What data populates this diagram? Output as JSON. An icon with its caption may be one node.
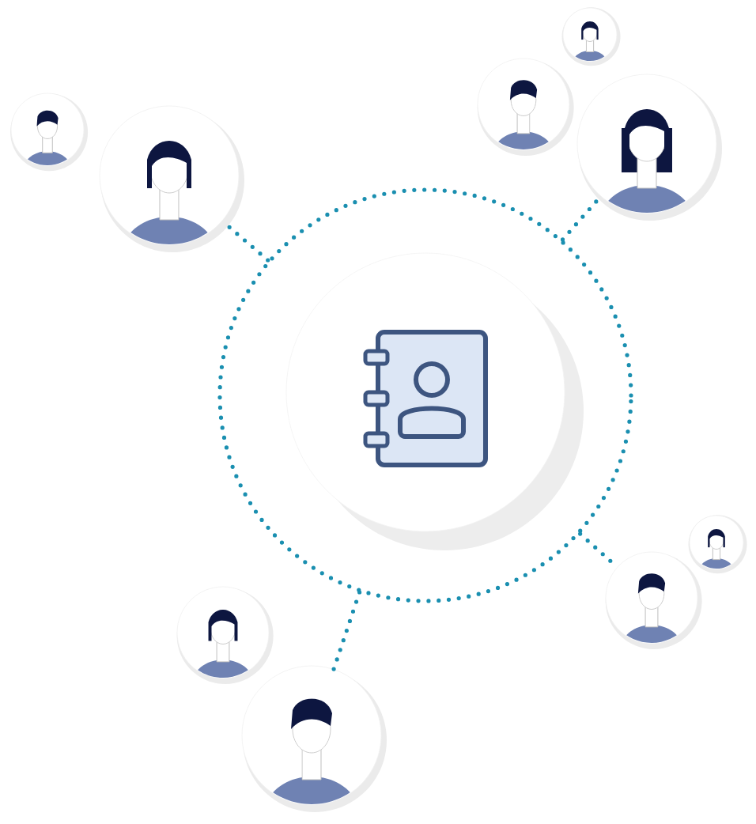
{
  "diagram": {
    "nodes": [
      {
        "text": [],
        "shape": "circle"
      },
      {
        "text": [],
        "shape": "circle",
        "in": 0
      },
      {
        "text": [],
        "shape": "person"
      },
      {
        "text": [],
        "shape": "person"
      },
      {
        "text": [],
        "shape": "person"
      },
      {
        "text": [],
        "shape": "person"
      },
      {
        "text": [],
        "shape": "person"
      },
      {
        "text": [],
        "shape": "person"
      },
      {
        "text": [],
        "shape": "person"
      },
      {
        "text": [],
        "shape": "person"
      },
      {
        "text": [],
        "shape": "person"
      }
    ],
    "edges": [
      {
        "from": 0,
        "to": 3,
        "arrow": "none"
      },
      {
        "from": 0,
        "to": 6,
        "arrow": "none"
      },
      {
        "from": 0,
        "to": 8,
        "arrow": "none"
      },
      {
        "from": 0,
        "to": 10,
        "arrow": "none"
      }
    ]
  }
}
